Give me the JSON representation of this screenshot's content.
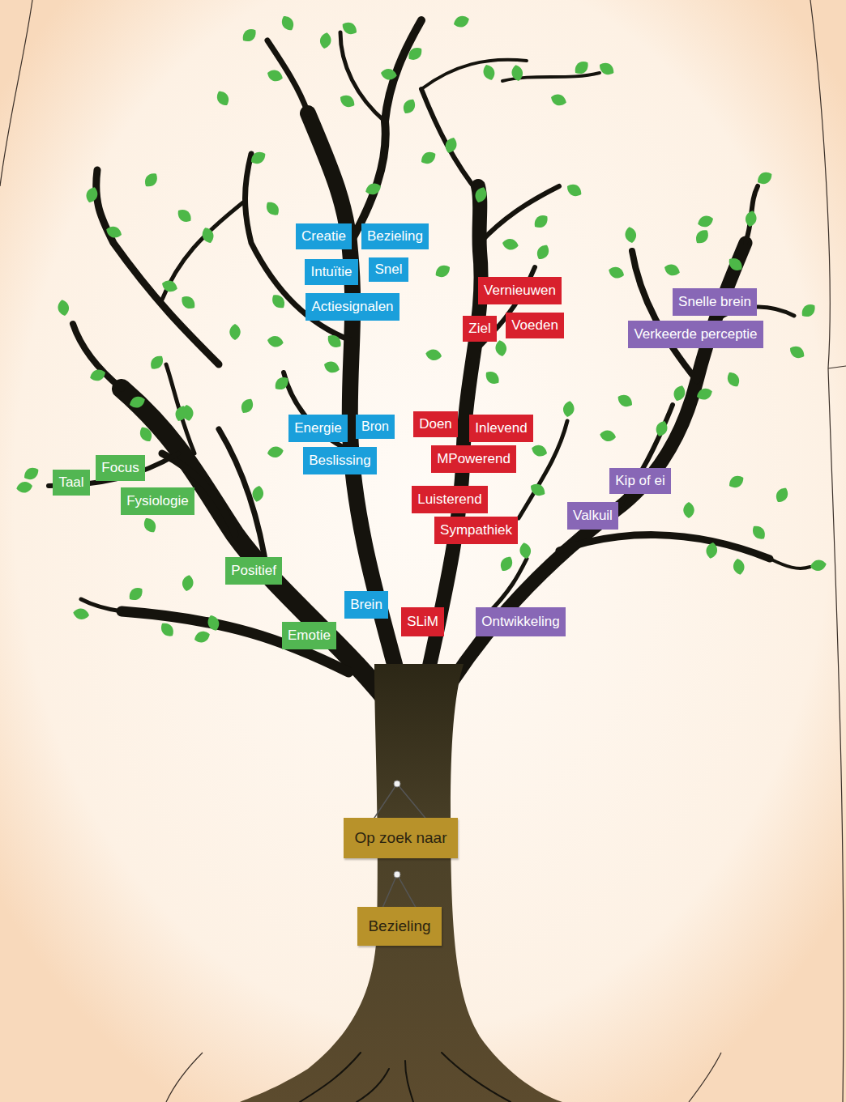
{
  "diagram": {
    "nodes": [
      {
        "text": [
          "Creatie"
        ]
      },
      {
        "text": [
          "Bezieling"
        ]
      },
      {
        "text": [
          "Intuïtie"
        ]
      },
      {
        "text": [
          "Snel"
        ]
      },
      {
        "text": [
          "Vernieuwen"
        ]
      },
      {
        "text": [
          "Snelle brein"
        ]
      },
      {
        "text": [
          "Actiesignalen"
        ]
      },
      {
        "text": [
          "Ziel"
        ]
      },
      {
        "text": [
          "Voeden"
        ]
      },
      {
        "text": [
          "Verkeerde perceptie"
        ]
      },
      {
        "text": [
          "Doen"
        ]
      },
      {
        "text": [
          "Energie"
        ]
      },
      {
        "text": [
          "Bron"
        ]
      },
      {
        "text": [
          "Inlevend"
        ]
      },
      {
        "text": [
          "MPowerend"
        ]
      },
      {
        "text": [
          "Beslissing"
        ]
      },
      {
        "text": [
          "Focus"
        ]
      },
      {
        "text": [
          "Kip of ei"
        ]
      },
      {
        "text": [
          "Taal"
        ]
      },
      {
        "text": [
          "Luisterend"
        ]
      },
      {
        "text": [
          "Fysiologie"
        ]
      },
      {
        "text": [
          "Valkuil"
        ]
      },
      {
        "text": [
          "Sympathiek"
        ]
      },
      {
        "text": [
          "Positief"
        ]
      },
      {
        "text": [
          "Brein"
        ]
      },
      {
        "text": [
          "SLiM"
        ]
      },
      {
        "text": [
          "Ontwikkeling"
        ]
      },
      {
        "text": [
          "Emotie"
        ]
      },
      {
        "text": [
          "Op zoek naar"
        ]
      },
      {
        "text": [
          "Bezieling"
        ]
      }
    ]
  }
}
